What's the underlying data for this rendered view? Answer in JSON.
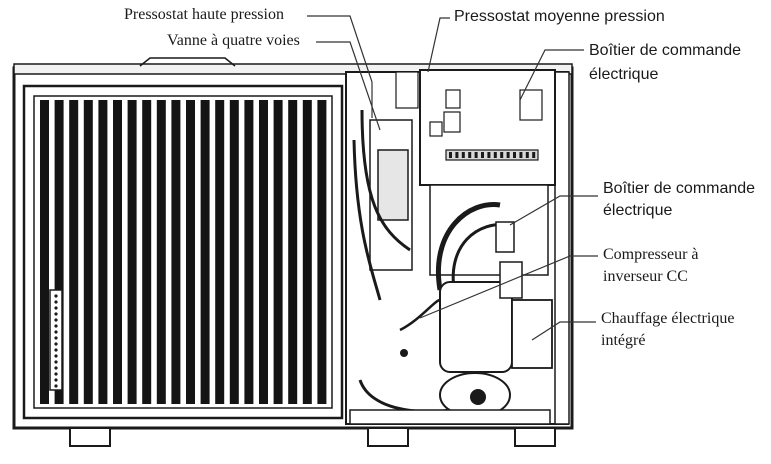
{
  "diagram": {
    "labels": {
      "pressostat_haute": "Pressostat haute pression",
      "vanne_quatre_voies": "Vanne à quatre voies",
      "pressostat_moyenne": "Pressostat moyenne pression",
      "boitier_commande_1": [
        "Boîtier de commande",
        "électrique"
      ],
      "boitier_commande_2": [
        "Boîtier de commande",
        "électrique"
      ],
      "compresseur": [
        "Compresseur à",
        "inverseur CC"
      ],
      "chauffage": [
        "Chauffage électrique",
        "intégré"
      ]
    },
    "colors": {
      "line": "#1a1a1a",
      "fill": "#ffffff",
      "coil_dark": "#141414",
      "panel_grey": "#d9d9d9"
    }
  }
}
